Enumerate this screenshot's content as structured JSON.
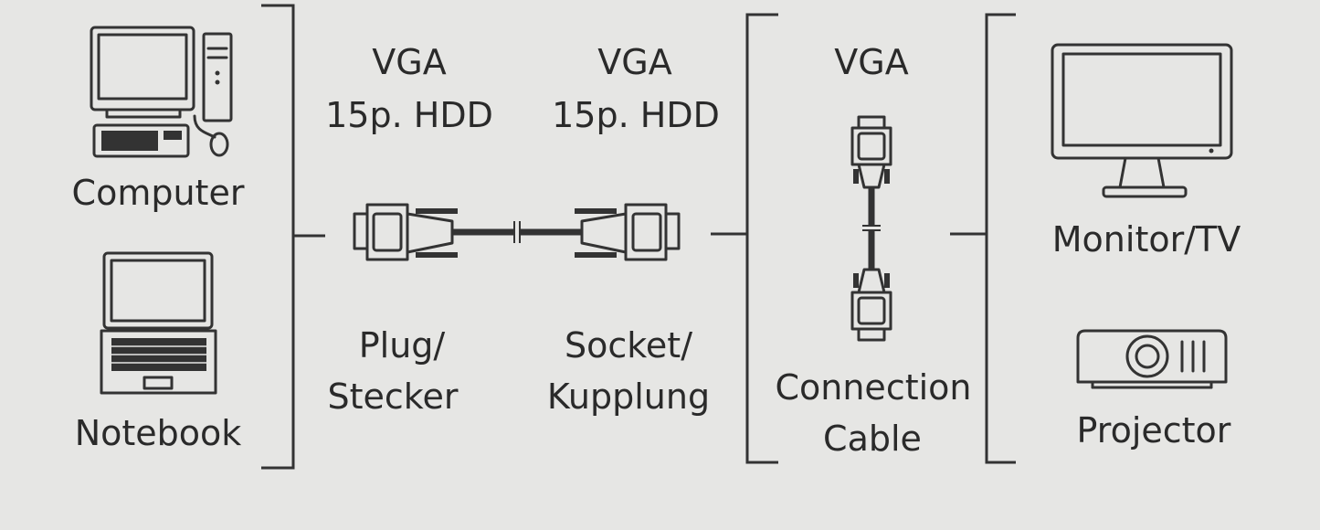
{
  "devices_left": {
    "computer_label": "Computer",
    "notebook_label": "Notebook"
  },
  "plug": {
    "spec_line1": "VGA",
    "spec_line2": "15p. HDD",
    "label_line1": "Plug/",
    "label_line2": "Stecker"
  },
  "socket": {
    "spec_line1": "VGA",
    "spec_line2": "15p. HDD",
    "label_line1": "Socket/",
    "label_line2": "Kupplung"
  },
  "cable": {
    "spec_line1": "VGA",
    "label_line1": "Connection",
    "label_line2": "Cable"
  },
  "devices_right": {
    "monitor_label": "Monitor/TV",
    "projector_label": "Projector"
  },
  "icons": [
    "desktop-computer-icon",
    "notebook-icon",
    "vga-cable-horizontal-icon",
    "vga-cable-vertical-icon",
    "monitor-icon",
    "projector-icon"
  ],
  "colors": {
    "background": "#e6e6e4",
    "ink": "#333333"
  }
}
